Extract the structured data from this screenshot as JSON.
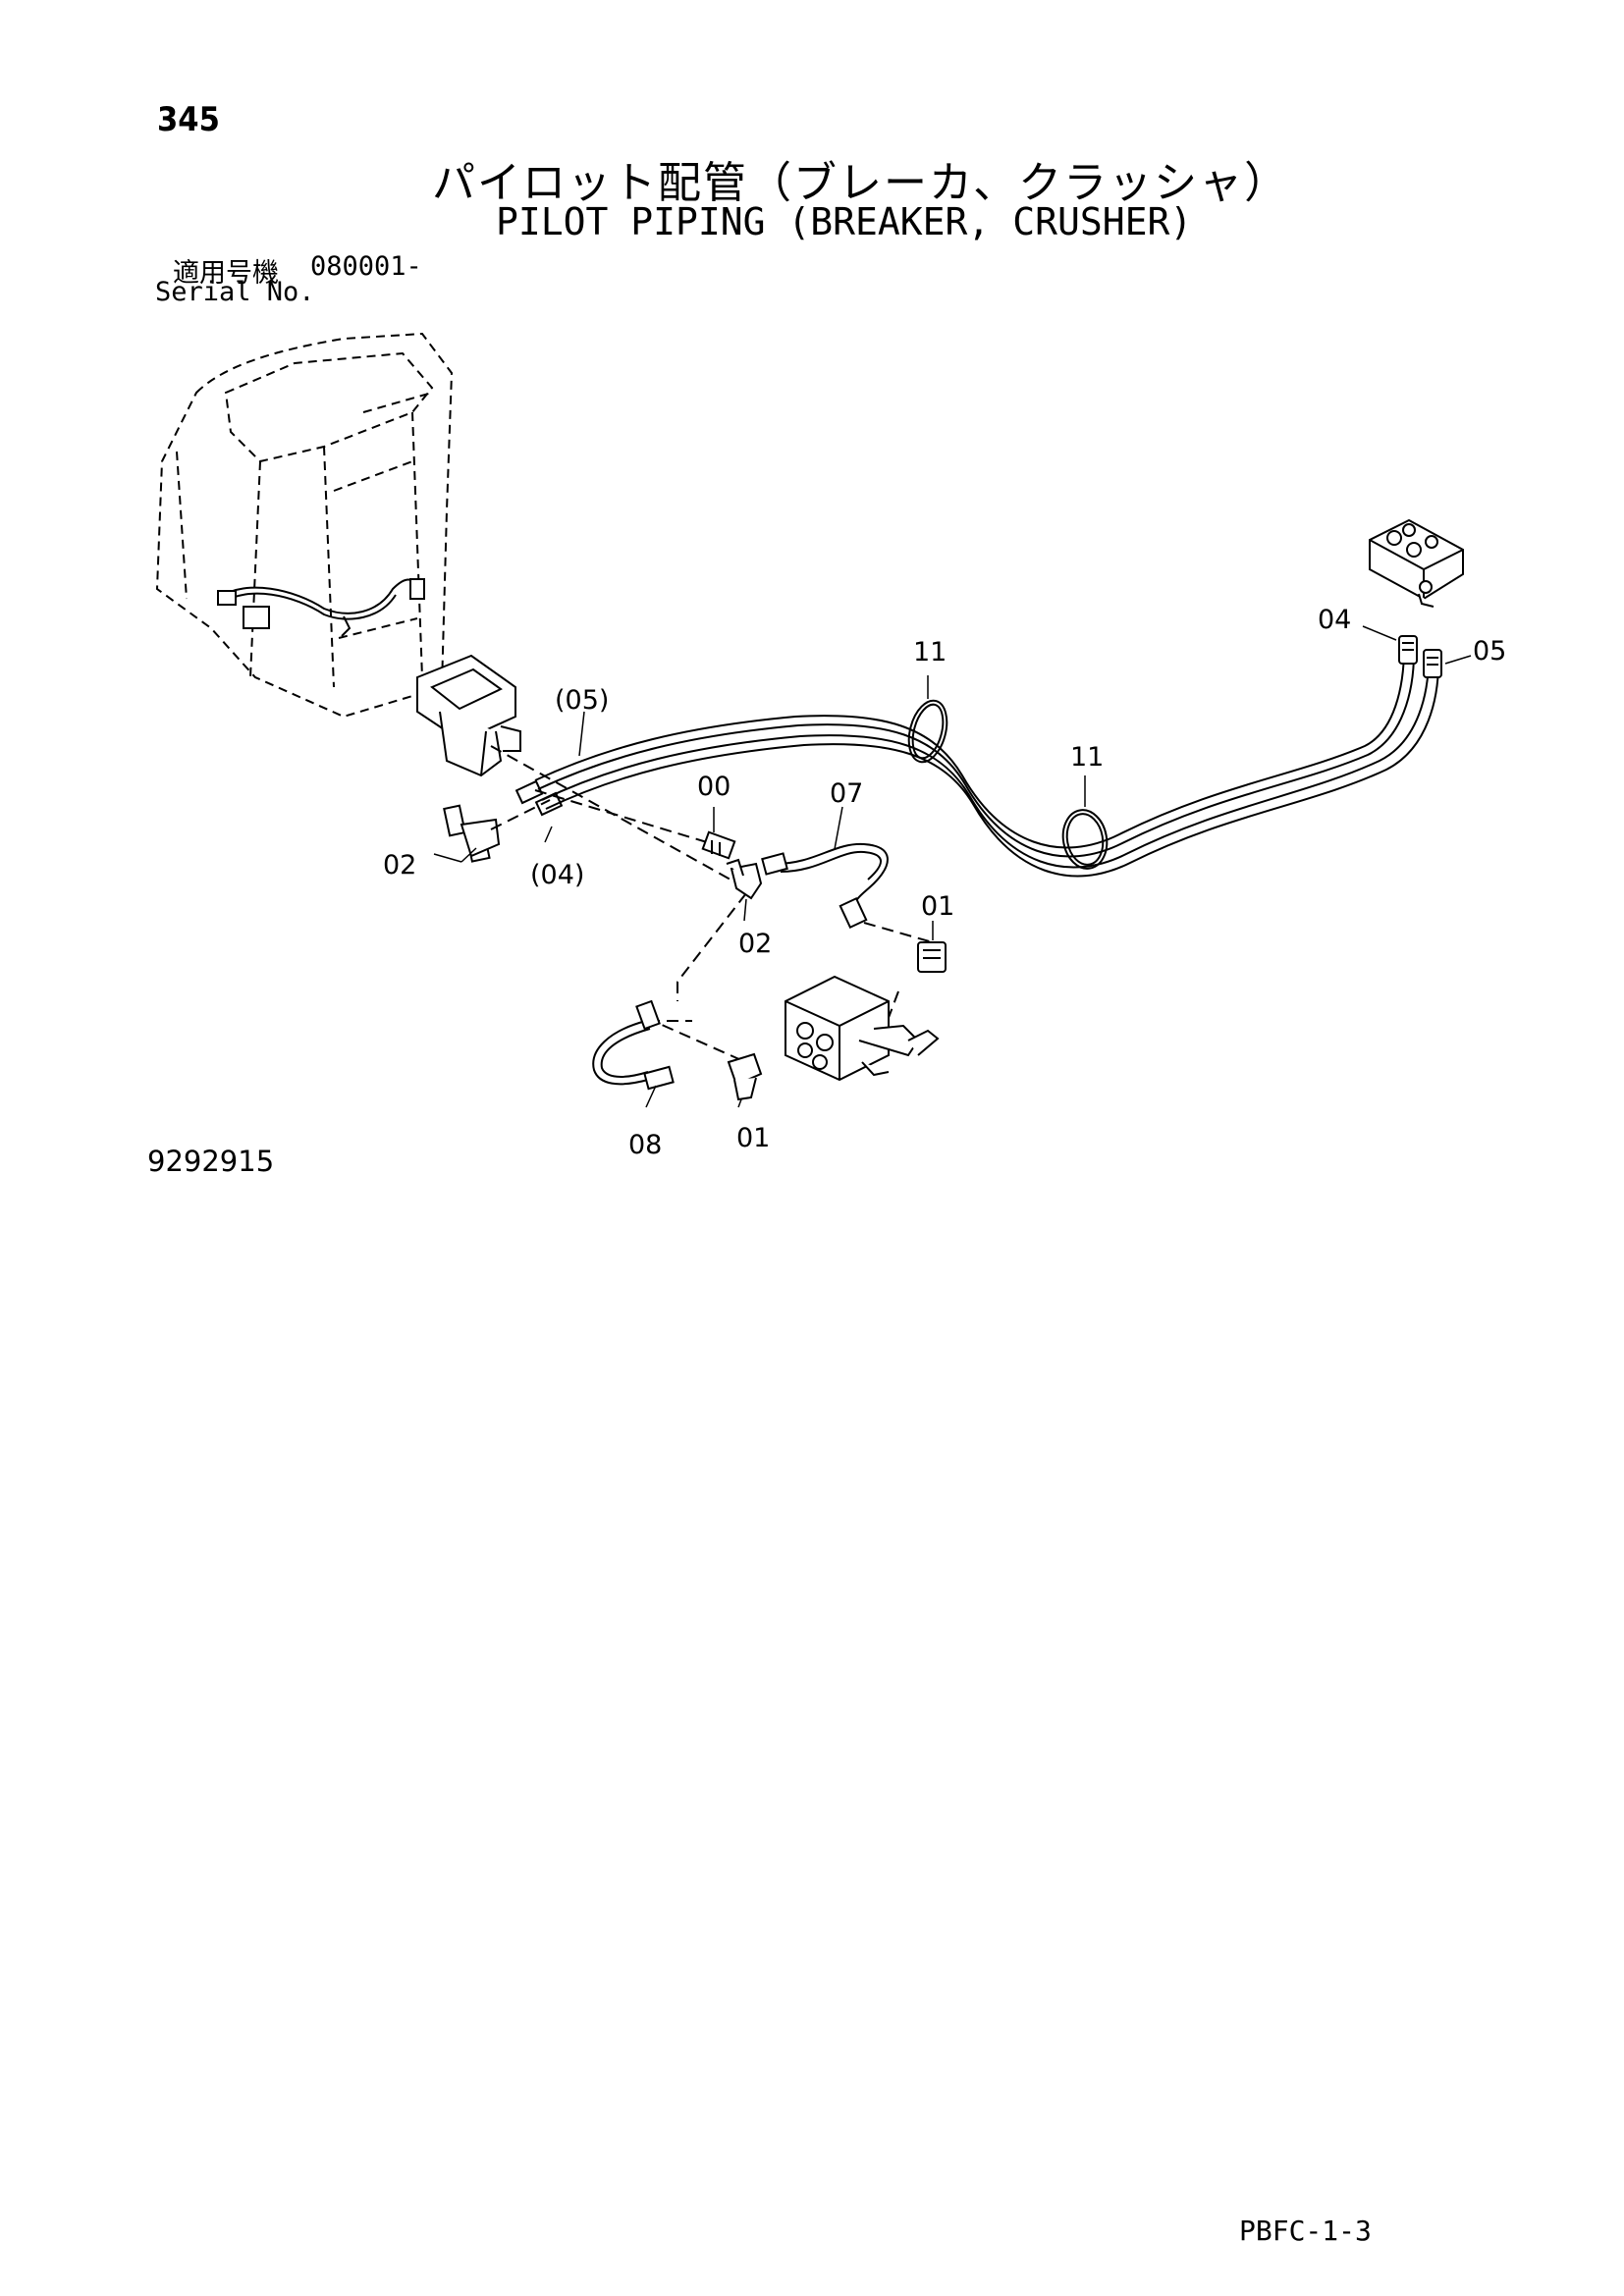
{
  "page": {
    "number": "345",
    "title_jp": "パイロット配管（ブレーカ、クラッシャ）",
    "title_en": "PILOT PIPING (BREAKER, CRUSHER)",
    "serial_jp_label": "適用号機",
    "serial_value": "080001-",
    "serial_en_label": "Serial No.",
    "drawing_number": "9292915",
    "page_code": "PBFC-1-3"
  },
  "callouts": {
    "c11a": "11",
    "c11b": "11",
    "c04": "04",
    "c05": "05",
    "c05p": "(05)",
    "c04p": "(04)",
    "c00": "00",
    "c07": "07",
    "c02a": "02",
    "c02b": "02",
    "c01a": "01",
    "c01b": "01",
    "c08": "08"
  }
}
